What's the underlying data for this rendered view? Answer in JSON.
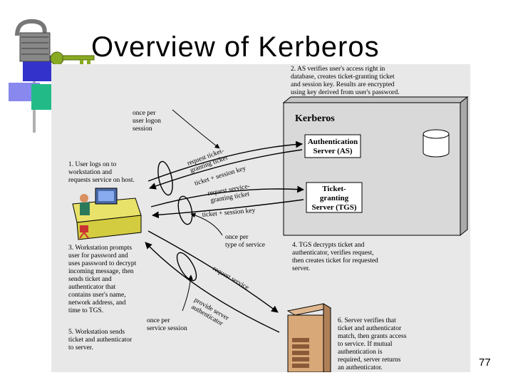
{
  "slide": {
    "title": "Overview of Kerberos",
    "page_number": "77"
  },
  "diagram": {
    "kerberos_title": "Kerberos",
    "as_box": [
      "Authentication",
      "Server (AS)"
    ],
    "tgs_box": [
      "Ticket-",
      "granting",
      "Server (TGS)"
    ],
    "notes": {
      "n1": [
        "1. User logs on to",
        "workstation and",
        "requests service on host."
      ],
      "n2": [
        "2. AS verifies user's access right in",
        "database, creates ticket-granting ticket",
        "and session key. Results are encrypted",
        "using key derived from user's password."
      ],
      "n3": [
        "3. Workstation prompts",
        "user for password and",
        "uses password to decrypt",
        "incoming message, then",
        "sends ticket and",
        "authenticator that",
        "contains user's name,",
        "network address, and",
        "time to TGS."
      ],
      "n4": [
        "4. TGS decrypts ticket and",
        "authenticator, verifies request,",
        "then creates ticket for requested",
        "server."
      ],
      "n5": [
        "5. Workstation sends",
        "ticket and authenticator",
        "to server."
      ],
      "n6": [
        "6. Server verifies that",
        "ticket and authenticator",
        "match, then grants access",
        "to service. If mutual",
        "authentication is",
        "required, server returns",
        "an authenticator."
      ],
      "once_logon": [
        "once per",
        "user logon",
        "session"
      ],
      "once_service_type": [
        "once per",
        "type of service"
      ],
      "once_service_session": [
        "once per",
        "service session"
      ]
    },
    "arrow_labels": {
      "request_tgt": [
        "request ticket-",
        "granting ticket"
      ],
      "ticket_session_key_1": "ticket + session key",
      "request_sgt": [
        "request service-",
        "granting ticket"
      ],
      "ticket_session_key_2": "ticket + session key",
      "request_service": "request service",
      "provide_authenticator": [
        "provide server",
        "authenticator"
      ]
    }
  }
}
